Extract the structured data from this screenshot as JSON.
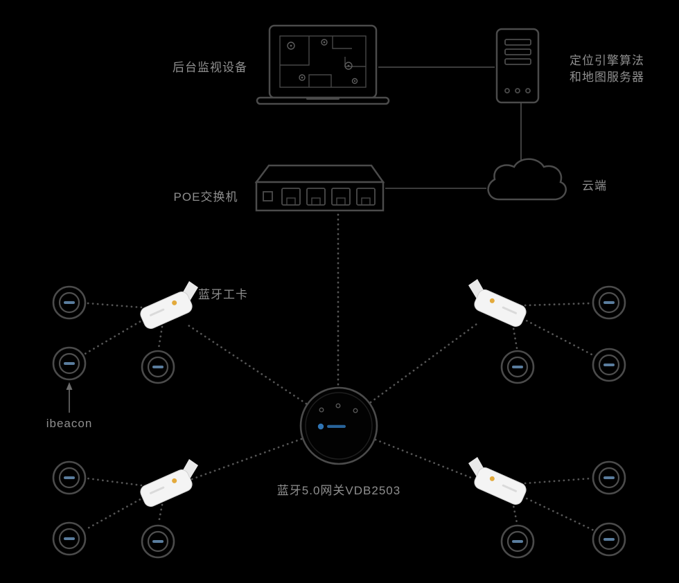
{
  "labels": {
    "monitor": "后台监视设备",
    "server_line1": "定位引擎算法",
    "server_line2": "和地图服务器",
    "poe_switch": "POE交换机",
    "cloud": "云端",
    "badge": "蓝牙工卡",
    "beacon": "ibeacon",
    "gateway": "蓝牙5.0网关VDB2503"
  },
  "colors": {
    "background": "#000000",
    "outline": "#4b4b4b",
    "label_text": "#8f8f8f",
    "badge_fill": "#f4f4f4",
    "badge_accent": "#e3aa3c",
    "beacon_accent": "#5a7d9e",
    "gateway_logo": "#2f74b4"
  },
  "icons": [
    "laptop-icon",
    "server-icon",
    "cloud-icon",
    "poe-switch-icon",
    "gateway-icon",
    "badge-icon",
    "beacon-icon"
  ]
}
